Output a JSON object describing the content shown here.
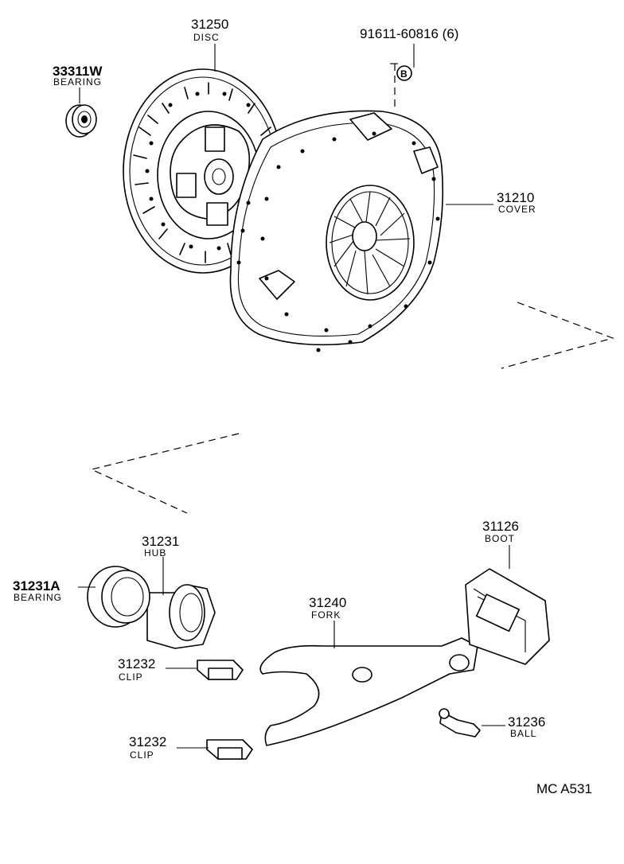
{
  "parts": {
    "disc": {
      "number": "31250",
      "name": "DISC"
    },
    "bearing_top": {
      "number": "33311W",
      "name": "BEARING"
    },
    "bolt": {
      "number": "91611-60816 (6)",
      "marker": "B"
    },
    "cover": {
      "number": "31210",
      "name": "COVER"
    },
    "hub": {
      "number": "31231",
      "name": "HUB"
    },
    "release_bearing": {
      "number": "31231A",
      "name": "BEARING"
    },
    "boot": {
      "number": "31126",
      "name": "BOOT"
    },
    "fork": {
      "number": "31240",
      "name": "FORK"
    },
    "clip_1": {
      "number": "31232",
      "name": "CLIP"
    },
    "clip_2": {
      "number": "31232",
      "name": "CLIP"
    },
    "ball": {
      "number": "31236",
      "name": "BALL"
    }
  },
  "diagram_code": "MC A531"
}
